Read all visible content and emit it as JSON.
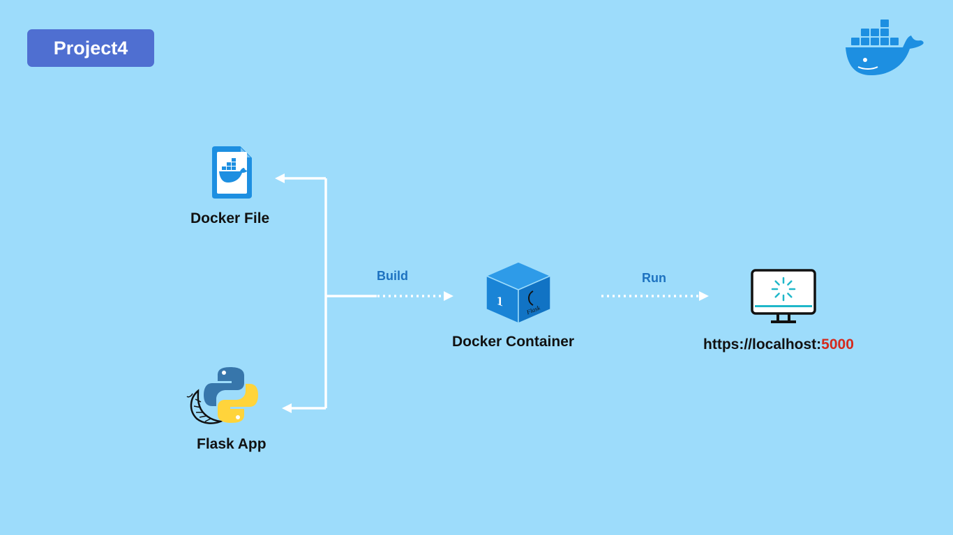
{
  "badge": {
    "label": "Project4"
  },
  "nodes": {
    "dockerfile": {
      "label": "Docker File"
    },
    "flask": {
      "label": "Flask App"
    },
    "container": {
      "label": "Docker Container",
      "cube_number": "1",
      "cube_text": "Flask"
    },
    "localhost": {
      "url_prefix": "https://localhost:",
      "url_port": "5000"
    }
  },
  "edges": {
    "build": {
      "label": "Build"
    },
    "run": {
      "label": "Run"
    }
  },
  "colors": {
    "background": "#9ddcfb",
    "badge": "#4f6fd1",
    "docker_blue": "#1d8fe1",
    "edge_label": "#1d72c0",
    "port": "#d42a1e",
    "python_blue": "#3776ab",
    "python_yellow": "#ffd43b"
  },
  "icons": {
    "corner_logo": "docker-whale-logo-icon",
    "dockerfile": "docker-file-icon",
    "flask": "flask-python-icon",
    "container": "docker-container-cube-icon",
    "monitor": "monitor-loading-icon"
  }
}
